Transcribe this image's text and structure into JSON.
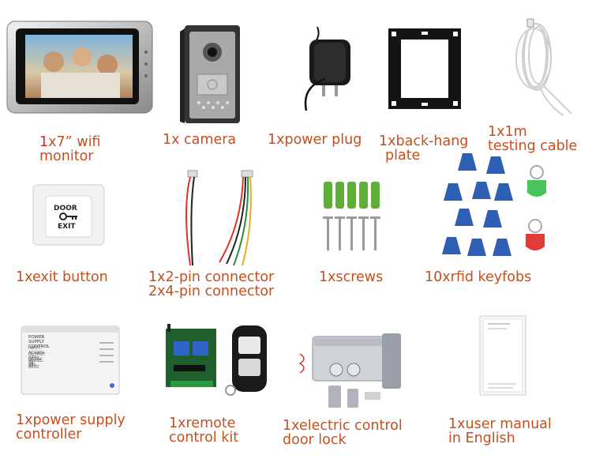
{
  "items": [
    {
      "line1_count": "1",
      "line1_text": "x7” wifi",
      "line2": "monitor"
    },
    {
      "line1": "1x camera"
    },
    {
      "line1": "1xpower plug"
    },
    {
      "line1": "1xback-hang",
      "line2": "plate"
    },
    {
      "line1": "1x1m",
      "line2": "testing cable"
    },
    {
      "line1": "1xexit button"
    },
    {
      "line1": "1x2-pin connector",
      "line2": "2x4-pin connector"
    },
    {
      "line1": "1xscrews"
    },
    {
      "line1": "10xrfid keyfobs"
    },
    {
      "line1": "1xpower supply",
      "line2": "controller"
    },
    {
      "line1": "1xremote",
      "line2": "control kit"
    },
    {
      "line1": "1xelectric control",
      "line2": "door lock"
    },
    {
      "line1": "1xuser manual",
      "line2": "in English"
    }
  ],
  "exit_button": {
    "top": "DOOR",
    "bottom": "EXIT"
  },
  "power_supply": {
    "title": "POWER SUPPLY CONTROL",
    "spec1": "INPUT: AC100V-240V 50-60HZ",
    "spec2": "OUTPUT: DC12V 3A",
    "spec3": "MODEL: K80"
  },
  "colors": {
    "caption": "#c5501f",
    "accent_red": "#d8242b",
    "keyfob": "#2f5fb4"
  }
}
